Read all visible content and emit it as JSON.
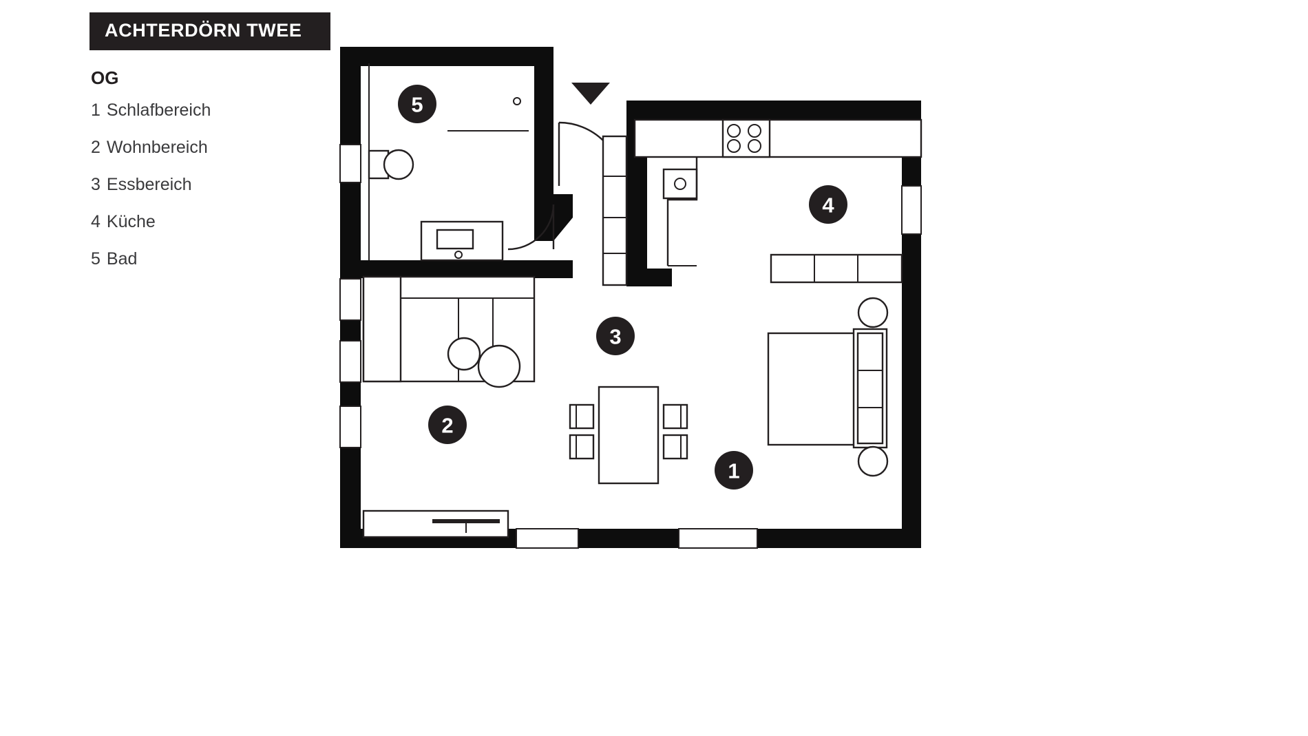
{
  "header": {
    "project_title": "ACHTERDÖRN TWEE",
    "floor_label": "OG"
  },
  "legend": {
    "items": [
      {
        "num": "1",
        "label": "Schlafbereich"
      },
      {
        "num": "2",
        "label": "Wohnbereich"
      },
      {
        "num": "3",
        "label": "Essbereich"
      },
      {
        "num": "4",
        "label": "Küche"
      },
      {
        "num": "5",
        "label": "Bad"
      }
    ]
  },
  "plan": {
    "markers": [
      {
        "id": "1",
        "label": "1",
        "room": "Schlafbereich"
      },
      {
        "id": "2",
        "label": "2",
        "room": "Wohnbereich"
      },
      {
        "id": "3",
        "label": "3",
        "room": "Essbereich"
      },
      {
        "id": "4",
        "label": "4",
        "room": "Küche"
      },
      {
        "id": "5",
        "label": "5",
        "room": "Bad"
      }
    ],
    "fixtures": {
      "toilet": "toilet",
      "washbasin": "washbasin",
      "shower": "shower",
      "stove": "stove-4-burner",
      "sink": "kitchen-sink",
      "entry_marker": "entry-direction-triangle",
      "entry_door": "entrance-door",
      "bath_door": "bathroom-door",
      "sofa": "sofa",
      "ottomans": "ottoman-pair",
      "dining_table": "dining-table",
      "dining_chairs": "dining-chairs-4",
      "bed": "double-bed",
      "nightstands": "nightstand-pair",
      "wardrobe": "wardrobe",
      "tv_console": "tv-console",
      "kitchen_counter": "kitchen-counter"
    }
  },
  "colors": {
    "wall": "#0d0d0d",
    "ink": "#231f20",
    "paper": "#ffffff",
    "legend_text": "#3a3a3c"
  }
}
